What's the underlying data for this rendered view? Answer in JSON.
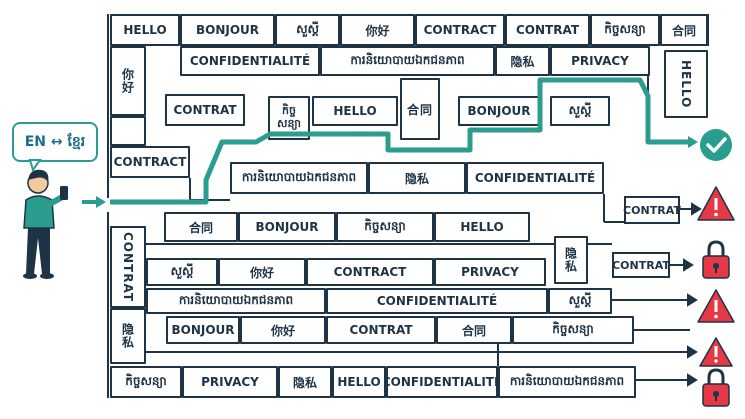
{
  "speech_bubble": "EN ↔ ខ្មែរ",
  "rows": [
    [
      "HELLO",
      "BONJOUR",
      "សួស្តី",
      "你好",
      "CONTRACT",
      "CONTRAT",
      "កិច្ចសន្យា",
      "合同"
    ],
    [
      "CONFIDENTIALITÉ",
      "ការនិយោបាយឯកជនភាព",
      "隐私",
      "PRIVACY"
    ],
    [
      "你好",
      "CONTRAT",
      "កិច្ចសន្យា",
      "HELLO",
      "合同",
      "BONJOUR",
      "សួស្តី",
      "HELLO",
      "CONTRACT"
    ],
    [
      "ការនិយោបាយឯកជនភាព",
      "隐私",
      "CONFIDENTIALITÉ"
    ],
    [
      "合同",
      "BONJOUR",
      "កិច្ចសន្យា",
      "HELLO"
    ],
    [
      "CONTRAT",
      "隐私",
      "សួស្តី",
      "你好",
      "CONTRACT",
      "PRIVACY"
    ],
    [
      "ការនិយោបាយឯកជនភាព",
      "CONFIDENTIALITÉ",
      "សួស្តី"
    ],
    [
      "隐私",
      "BONJOUR",
      "你好",
      "CONTRAT",
      "合同",
      "កិច្ចសន្យា"
    ],
    [
      "កិច្ចសន្យា",
      "PRIVACY",
      "隐私",
      "HELLO",
      "CONFIDENTIALITÉ",
      "ការនិយោបាយឯកជនភាព"
    ]
  ],
  "exit_tags": [
    "CONTRAT",
    "CONTRAT"
  ],
  "colors": {
    "path": "#2a9d8f",
    "ink": "#1f3347",
    "check": "#2a9d8f",
    "warning": "#e63946",
    "lock": "#e63946"
  },
  "icons": [
    "success-check-icon",
    "warning-icon",
    "lock-icon",
    "warning-icon",
    "warning-icon",
    "lock-icon"
  ]
}
